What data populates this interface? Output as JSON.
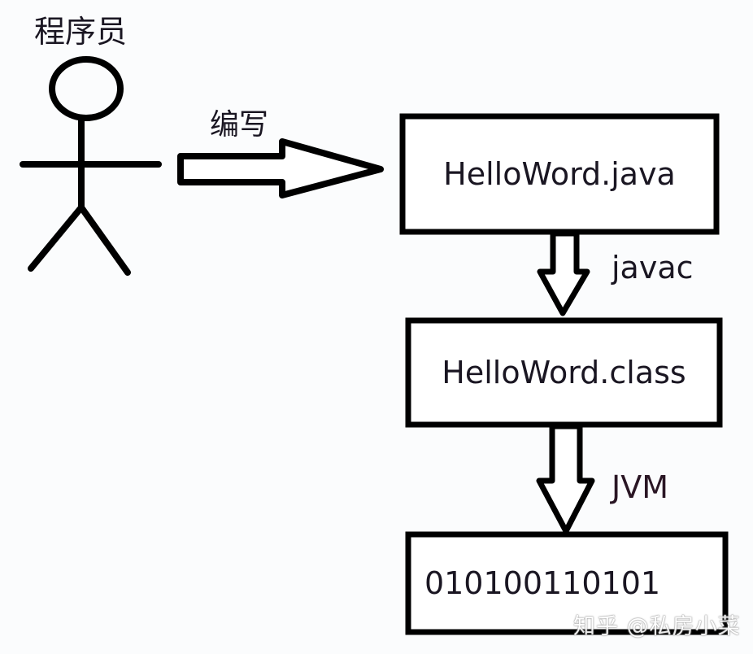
{
  "actor": {
    "label": "程序员"
  },
  "edges": {
    "write": {
      "label": "编写"
    },
    "compile": {
      "label": "javac"
    },
    "execute": {
      "label": "JVM"
    }
  },
  "nodes": {
    "source": {
      "label": "HelloWord.java"
    },
    "bytecode": {
      "label": "HelloWord.class"
    },
    "machine": {
      "label": "010100110101"
    }
  },
  "watermark": {
    "text": "知乎 @私房小菜"
  }
}
